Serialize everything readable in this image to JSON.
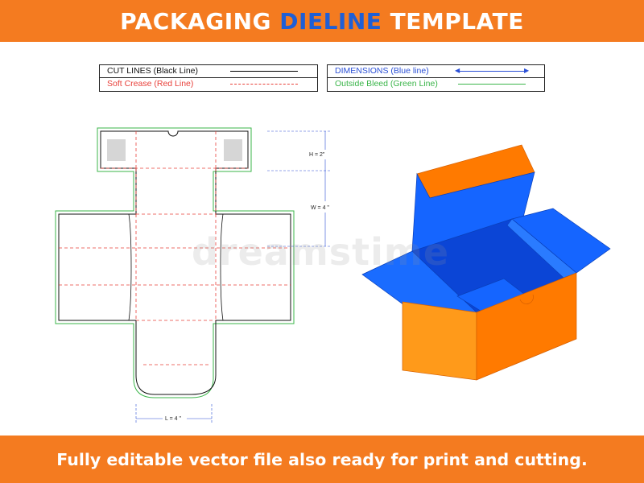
{
  "header": {
    "title_part1": "PACKAGING ",
    "title_accent": "DIELINE",
    "title_part2": " TEMPLATE"
  },
  "legend": {
    "cut_lines": "CUT LINES (Black Line)",
    "soft_crease": "Soft Crease (Red Line)",
    "dimensions": "DIMENSIONS (Blue line)",
    "outside_bleed": "Outside Bleed (Green Line)"
  },
  "dimensions": {
    "height": "H = 2\"",
    "width": "W = 4 \"",
    "length": "L = 4 \""
  },
  "footer": {
    "text": "Fully editable vector file also ready for print and cutting."
  },
  "colors": {
    "brand_orange": "#f47b20",
    "accent_blue": "#1f5fd6",
    "cut_line": "#000000",
    "crease_line": "#e8403a",
    "dimension_line": "#2a4fd6",
    "bleed_line": "#3bb54a",
    "box_outer": "#ff7a00",
    "box_inner": "#1565ff"
  }
}
